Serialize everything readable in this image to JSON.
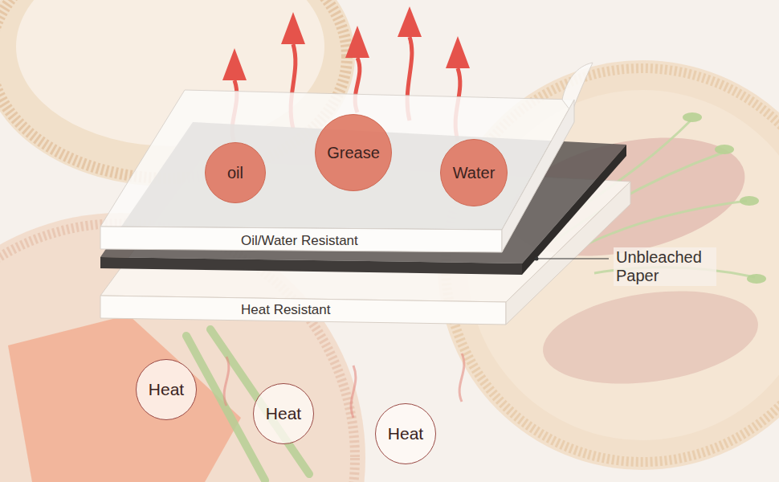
{
  "diagram": {
    "nodes": [
      {
        "text": [
          "oil"
        ]
      },
      {
        "text": [
          "Grease"
        ]
      },
      {
        "text": [
          "Water"
        ]
      },
      {
        "text": [
          "Heat"
        ]
      },
      {
        "text": [
          "Heat"
        ]
      },
      {
        "text": [
          "Heat"
        ]
      }
    ],
    "labels": [
      "Oil/Water Resistant",
      "Unbleached Paper",
      "Heat Resistant"
    ]
  }
}
